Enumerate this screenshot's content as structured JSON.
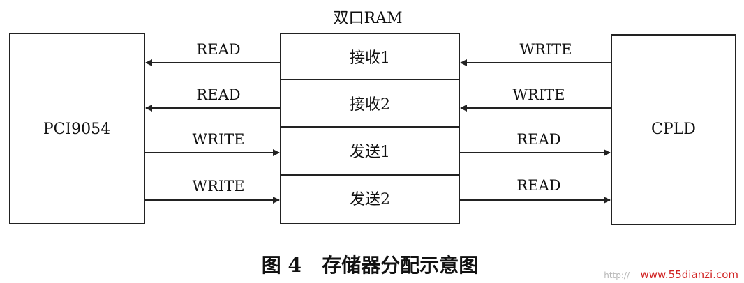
{
  "diagram": {
    "ram_title": "双口RAM",
    "left_block": "PCI9054",
    "right_block": "CPLD",
    "slots": [
      "接收1",
      "接收2",
      "发送1",
      "发送2"
    ],
    "left_labels": [
      "READ",
      "READ",
      "WRITE",
      "WRITE"
    ],
    "right_labels": [
      "WRITE",
      "WRITE",
      "READ",
      "READ"
    ],
    "caption": "图 4   存储器分配示意图"
  },
  "watermark": {
    "prefix": "http://",
    "site": "www.55dianzi.com"
  },
  "colors": {
    "ink": "#222222",
    "watermark_red": "#d02020",
    "watermark_gray": "#b8b8b8"
  }
}
